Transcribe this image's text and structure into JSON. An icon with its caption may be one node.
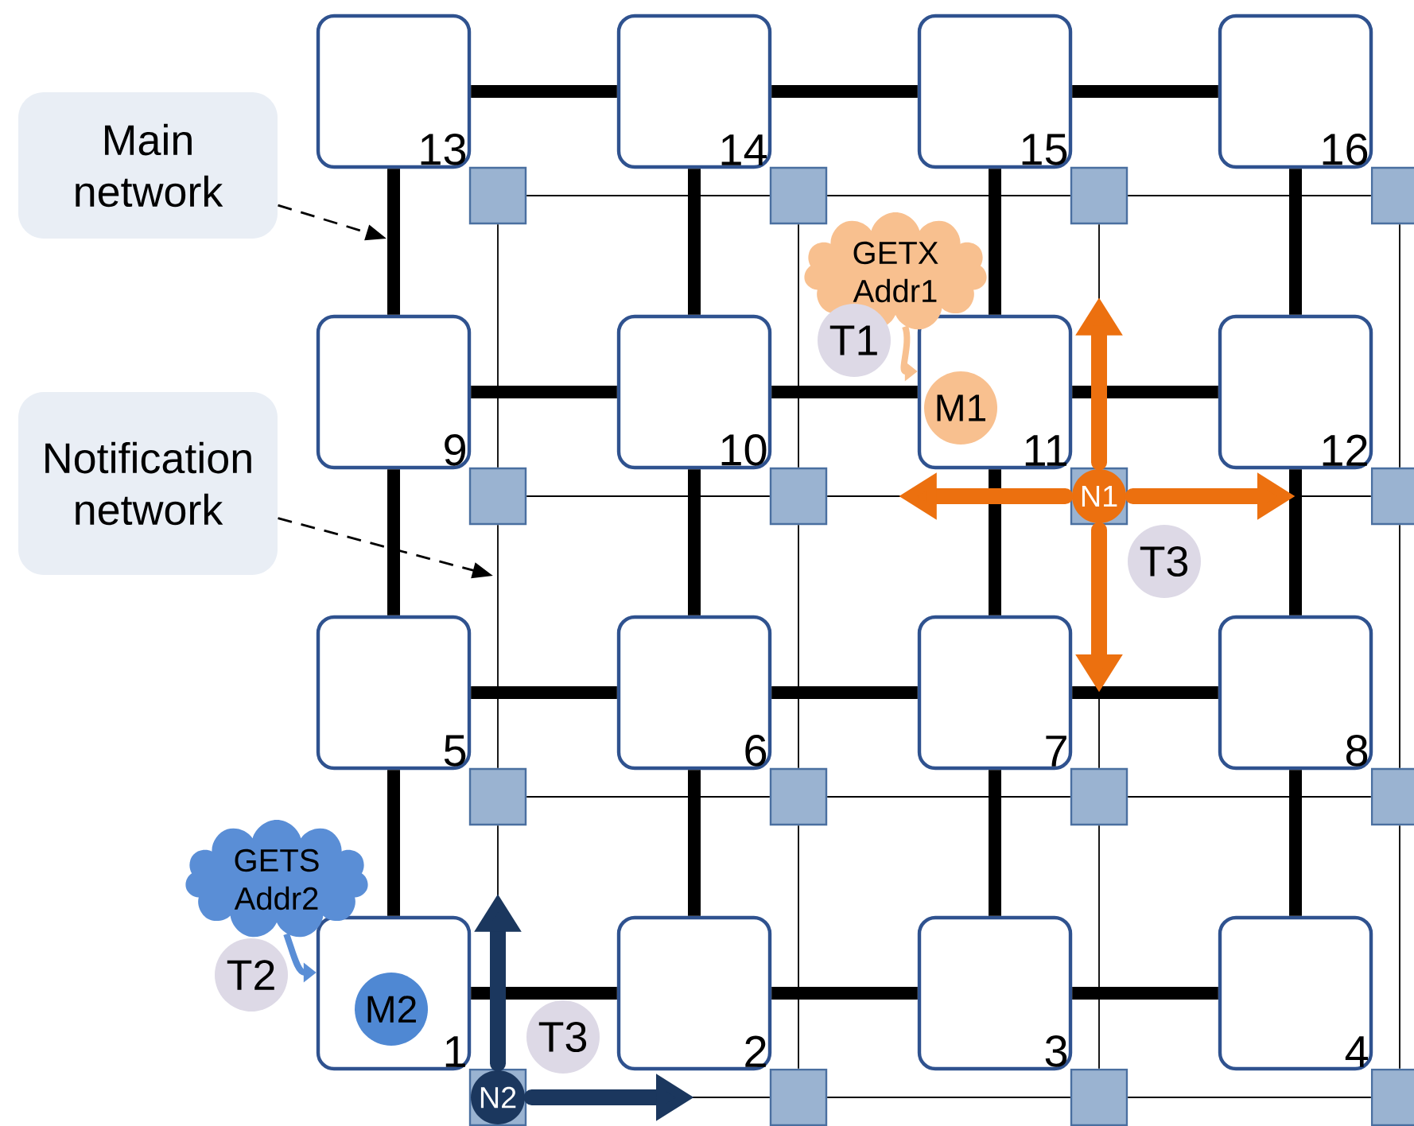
{
  "diagram": {
    "nodes": [
      {
        "text": [
          "13"
        ]
      },
      {
        "text": [
          "14"
        ]
      },
      {
        "text": [
          "15"
        ]
      },
      {
        "text": [
          "16"
        ]
      },
      {
        "text": [
          "9"
        ]
      },
      {
        "text": [
          "10"
        ]
      },
      {
        "text": [
          "11"
        ]
      },
      {
        "text": [
          "12"
        ]
      },
      {
        "text": [
          "5"
        ]
      },
      {
        "text": [
          "6"
        ]
      },
      {
        "text": [
          "7"
        ]
      },
      {
        "text": [
          "8"
        ]
      },
      {
        "text": [
          "1"
        ]
      },
      {
        "text": [
          "2"
        ]
      },
      {
        "text": [
          "3"
        ]
      },
      {
        "text": [
          "4"
        ]
      },
      {
        "text": [
          "Main network"
        ]
      },
      {
        "text": [
          "Notification network"
        ]
      },
      {
        "text": [],
        "shape": "box"
      },
      {
        "text": [],
        "shape": "box"
      },
      {
        "text": [],
        "shape": "box"
      },
      {
        "text": [],
        "shape": "box"
      },
      {
        "text": [],
        "shape": "box"
      },
      {
        "text": [],
        "shape": "box"
      },
      {
        "text": [],
        "shape": "box"
      },
      {
        "text": [],
        "shape": "box"
      },
      {
        "text": [],
        "shape": "box"
      },
      {
        "text": [],
        "shape": "box"
      },
      {
        "text": [],
        "shape": "box"
      },
      {
        "text": [],
        "shape": "box"
      },
      {
        "text": [],
        "shape": "box"
      },
      {
        "text": [],
        "shape": "box"
      },
      {
        "text": [],
        "shape": "box"
      },
      {
        "text": [],
        "shape": "box"
      },
      {
        "text": [
          "GETX Addr1"
        ]
      },
      {
        "text": [
          "T1"
        ]
      },
      {
        "text": [
          "M1"
        ],
        "in": 6
      },
      {
        "text": [
          "N1"
        ]
      },
      {
        "text": [
          "T3"
        ]
      },
      {
        "text": [
          "GETS Addr2"
        ]
      },
      {
        "text": [
          "T2"
        ]
      },
      {
        "text": [
          "M2"
        ],
        "in": 12
      },
      {
        "text": [
          "N2"
        ]
      },
      {
        "text": [
          "T3"
        ]
      }
    ],
    "edges": [
      {
        "from": 0,
        "to": 1,
        "arrow": "none"
      },
      {
        "from": 1,
        "to": 2,
        "arrow": "none"
      },
      {
        "from": 2,
        "to": 3,
        "arrow": "none"
      },
      {
        "from": 4,
        "to": 5,
        "arrow": "none"
      },
      {
        "from": 5,
        "to": 6,
        "arrow": "none"
      },
      {
        "from": 6,
        "to": 7,
        "arrow": "none"
      },
      {
        "from": 8,
        "to": 9,
        "arrow": "none"
      },
      {
        "from": 9,
        "to": 10,
        "arrow": "none"
      },
      {
        "from": 10,
        "to": 11,
        "arrow": "none"
      },
      {
        "from": 12,
        "to": 13,
        "arrow": "none"
      },
      {
        "from": 13,
        "to": 14,
        "arrow": "none"
      },
      {
        "from": 14,
        "to": 15,
        "arrow": "none"
      },
      {
        "from": 0,
        "to": 4,
        "arrow": "none"
      },
      {
        "from": 4,
        "to": 8,
        "arrow": "none"
      },
      {
        "from": 8,
        "to": 12,
        "arrow": "none"
      },
      {
        "from": 1,
        "to": 5,
        "arrow": "none"
      },
      {
        "from": 5,
        "to": 9,
        "arrow": "none"
      },
      {
        "from": 9,
        "to": 13,
        "arrow": "none"
      },
      {
        "from": 2,
        "to": 6,
        "arrow": "none"
      },
      {
        "from": 6,
        "to": 10,
        "arrow": "none"
      },
      {
        "from": 10,
        "to": 14,
        "arrow": "none"
      },
      {
        "from": 3,
        "to": 7,
        "arrow": "none"
      },
      {
        "from": 7,
        "to": 11,
        "arrow": "none"
      },
      {
        "from": 11,
        "to": 15,
        "arrow": "none"
      },
      {
        "from": 18,
        "to": 19,
        "arrow": "none"
      },
      {
        "from": 19,
        "to": 20,
        "arrow": "none"
      },
      {
        "from": 20,
        "to": 21,
        "arrow": "none"
      },
      {
        "from": 22,
        "to": 23,
        "arrow": "none"
      },
      {
        "from": 23,
        "to": 24,
        "arrow": "none"
      },
      {
        "from": 24,
        "to": 25,
        "arrow": "none"
      },
      {
        "from": 26,
        "to": 27,
        "arrow": "none"
      },
      {
        "from": 27,
        "to": 28,
        "arrow": "none"
      },
      {
        "from": 28,
        "to": 29,
        "arrow": "none"
      },
      {
        "from": 30,
        "to": 31,
        "arrow": "none"
      },
      {
        "from": 31,
        "to": 32,
        "arrow": "none"
      },
      {
        "from": 32,
        "to": 33,
        "arrow": "none"
      },
      {
        "from": 18,
        "to": 22,
        "arrow": "none"
      },
      {
        "from": 22,
        "to": 26,
        "arrow": "none"
      },
      {
        "from": 26,
        "to": 30,
        "arrow": "none"
      },
      {
        "from": 19,
        "to": 23,
        "arrow": "none"
      },
      {
        "from": 23,
        "to": 27,
        "arrow": "none"
      },
      {
        "from": 27,
        "to": 31,
        "arrow": "none"
      },
      {
        "from": 20,
        "to": 24,
        "arrow": "none"
      },
      {
        "from": 24,
        "to": 28,
        "arrow": "none"
      },
      {
        "from": 28,
        "to": 32,
        "arrow": "none"
      },
      {
        "from": 21,
        "to": 25,
        "arrow": "none"
      },
      {
        "from": 25,
        "to": 29,
        "arrow": "none"
      },
      {
        "from": 29,
        "to": 33,
        "arrow": "none"
      },
      {
        "from": 16,
        "to": null,
        "arrow": "to",
        "style": "dashed"
      },
      {
        "from": 17,
        "to": null,
        "arrow": "to",
        "style": "dashed"
      },
      {
        "from": 37,
        "to": 6,
        "arrow": "to",
        "color": "#ec700f"
      },
      {
        "from": 37,
        "to": 6,
        "arrow": "to",
        "color": "#ec700f"
      },
      {
        "from": 37,
        "to": 7,
        "arrow": "to",
        "color": "#ec700f"
      },
      {
        "from": 37,
        "to": 10,
        "arrow": "to",
        "color": "#ec700f"
      },
      {
        "from": 42,
        "to": 12,
        "arrow": "to",
        "color": "#1b375e"
      },
      {
        "from": 42,
        "to": 13,
        "arrow": "to",
        "color": "#1b375e"
      },
      {
        "from": 34,
        "to": 6,
        "arrow": "to",
        "color": "#f8c08f"
      },
      {
        "from": 39,
        "to": 12,
        "arrow": "to",
        "color": "#5a8ed6"
      }
    ]
  }
}
